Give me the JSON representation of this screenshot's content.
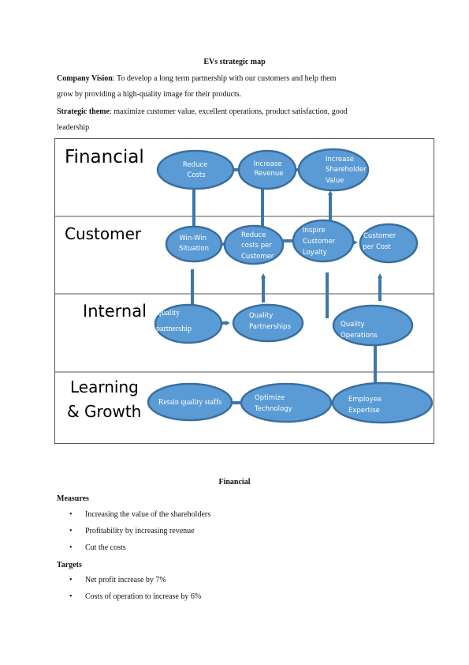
{
  "document": {
    "title": "EVs strategic map",
    "vision_label": "Company Vision",
    "vision_line1": ": To develop a long term partnership with our customers and help them",
    "vision_line2": "grow by providing a high-quality image for their products.",
    "theme_label": "Strategic theme",
    "theme_line1": ": maximize customer value, excellent operations, product satisfaction, good",
    "theme_line2": "leadership"
  },
  "map": {
    "rows": {
      "financial": "Financial",
      "customer": "Customer",
      "internal": "Internal",
      "learning_line1": "Learning",
      "learning_line2": "& Growth"
    },
    "nodes": {
      "reduce_costs": [
        "Reduce",
        "Costs"
      ],
      "increase_revenue": [
        "Increase",
        "Revenue"
      ],
      "increase_shareholder_value": [
        "Increase",
        "Shareholder",
        "Value"
      ],
      "win_win": [
        "Win-Win",
        "Situation"
      ],
      "reduce_costs_per_customer": [
        "Reduce",
        "costs per",
        "Customer"
      ],
      "inspire_loyalty": [
        "Inspire",
        "Customer",
        "Loyalty"
      ],
      "customer_per_cost": [
        "Customer",
        "per Cost"
      ],
      "quality_partnership": [
        "Quality",
        "partnership"
      ],
      "quality_partnerships": [
        "Quality",
        "Partnerships"
      ],
      "quality_operations": [
        "Quality",
        "Operations"
      ],
      "retain_staffs": [
        "Retain quality staffs"
      ],
      "optimize_technology": [
        "Optimize",
        "Technology"
      ],
      "employee_expertise": [
        "Employee",
        "Expertise"
      ]
    },
    "colors": {
      "fill": "#5b9bd5",
      "stroke": "#3a6f9e",
      "arrow": "#3f77a8"
    }
  },
  "financial_section": {
    "title": "Financial",
    "measures_label": "Measures",
    "measures": [
      "Increasing the value of the shareholders",
      "Profitability by increasing revenue",
      "Cut the costs"
    ],
    "targets_label": "Targets",
    "targets": [
      "Net profit increase by 7%",
      "Costs of operation to increase by 6%"
    ]
  }
}
